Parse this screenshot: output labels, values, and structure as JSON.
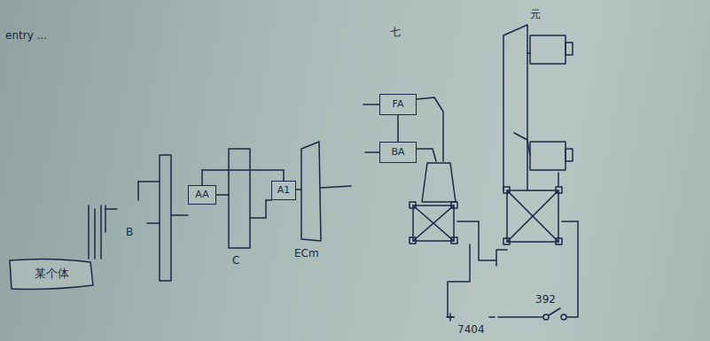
{
  "diagram": {
    "nodes": [
      {
        "text": [
          "某个体"
        ]
      },
      {
        "text": [
          "AA"
        ]
      },
      {
        "text": [
          "A1"
        ]
      },
      {
        "text": [
          "FA"
        ]
      },
      {
        "text": [
          "BA"
        ]
      }
    ],
    "edges": [
      {
        "from": 1,
        "to": 2,
        "arrow": "none"
      },
      {
        "from": 3,
        "to": 4,
        "arrow": "none"
      }
    ],
    "labels": [
      "entry ...",
      "B",
      "C",
      "ECm",
      "七",
      "元",
      "392",
      "7404"
    ]
  }
}
